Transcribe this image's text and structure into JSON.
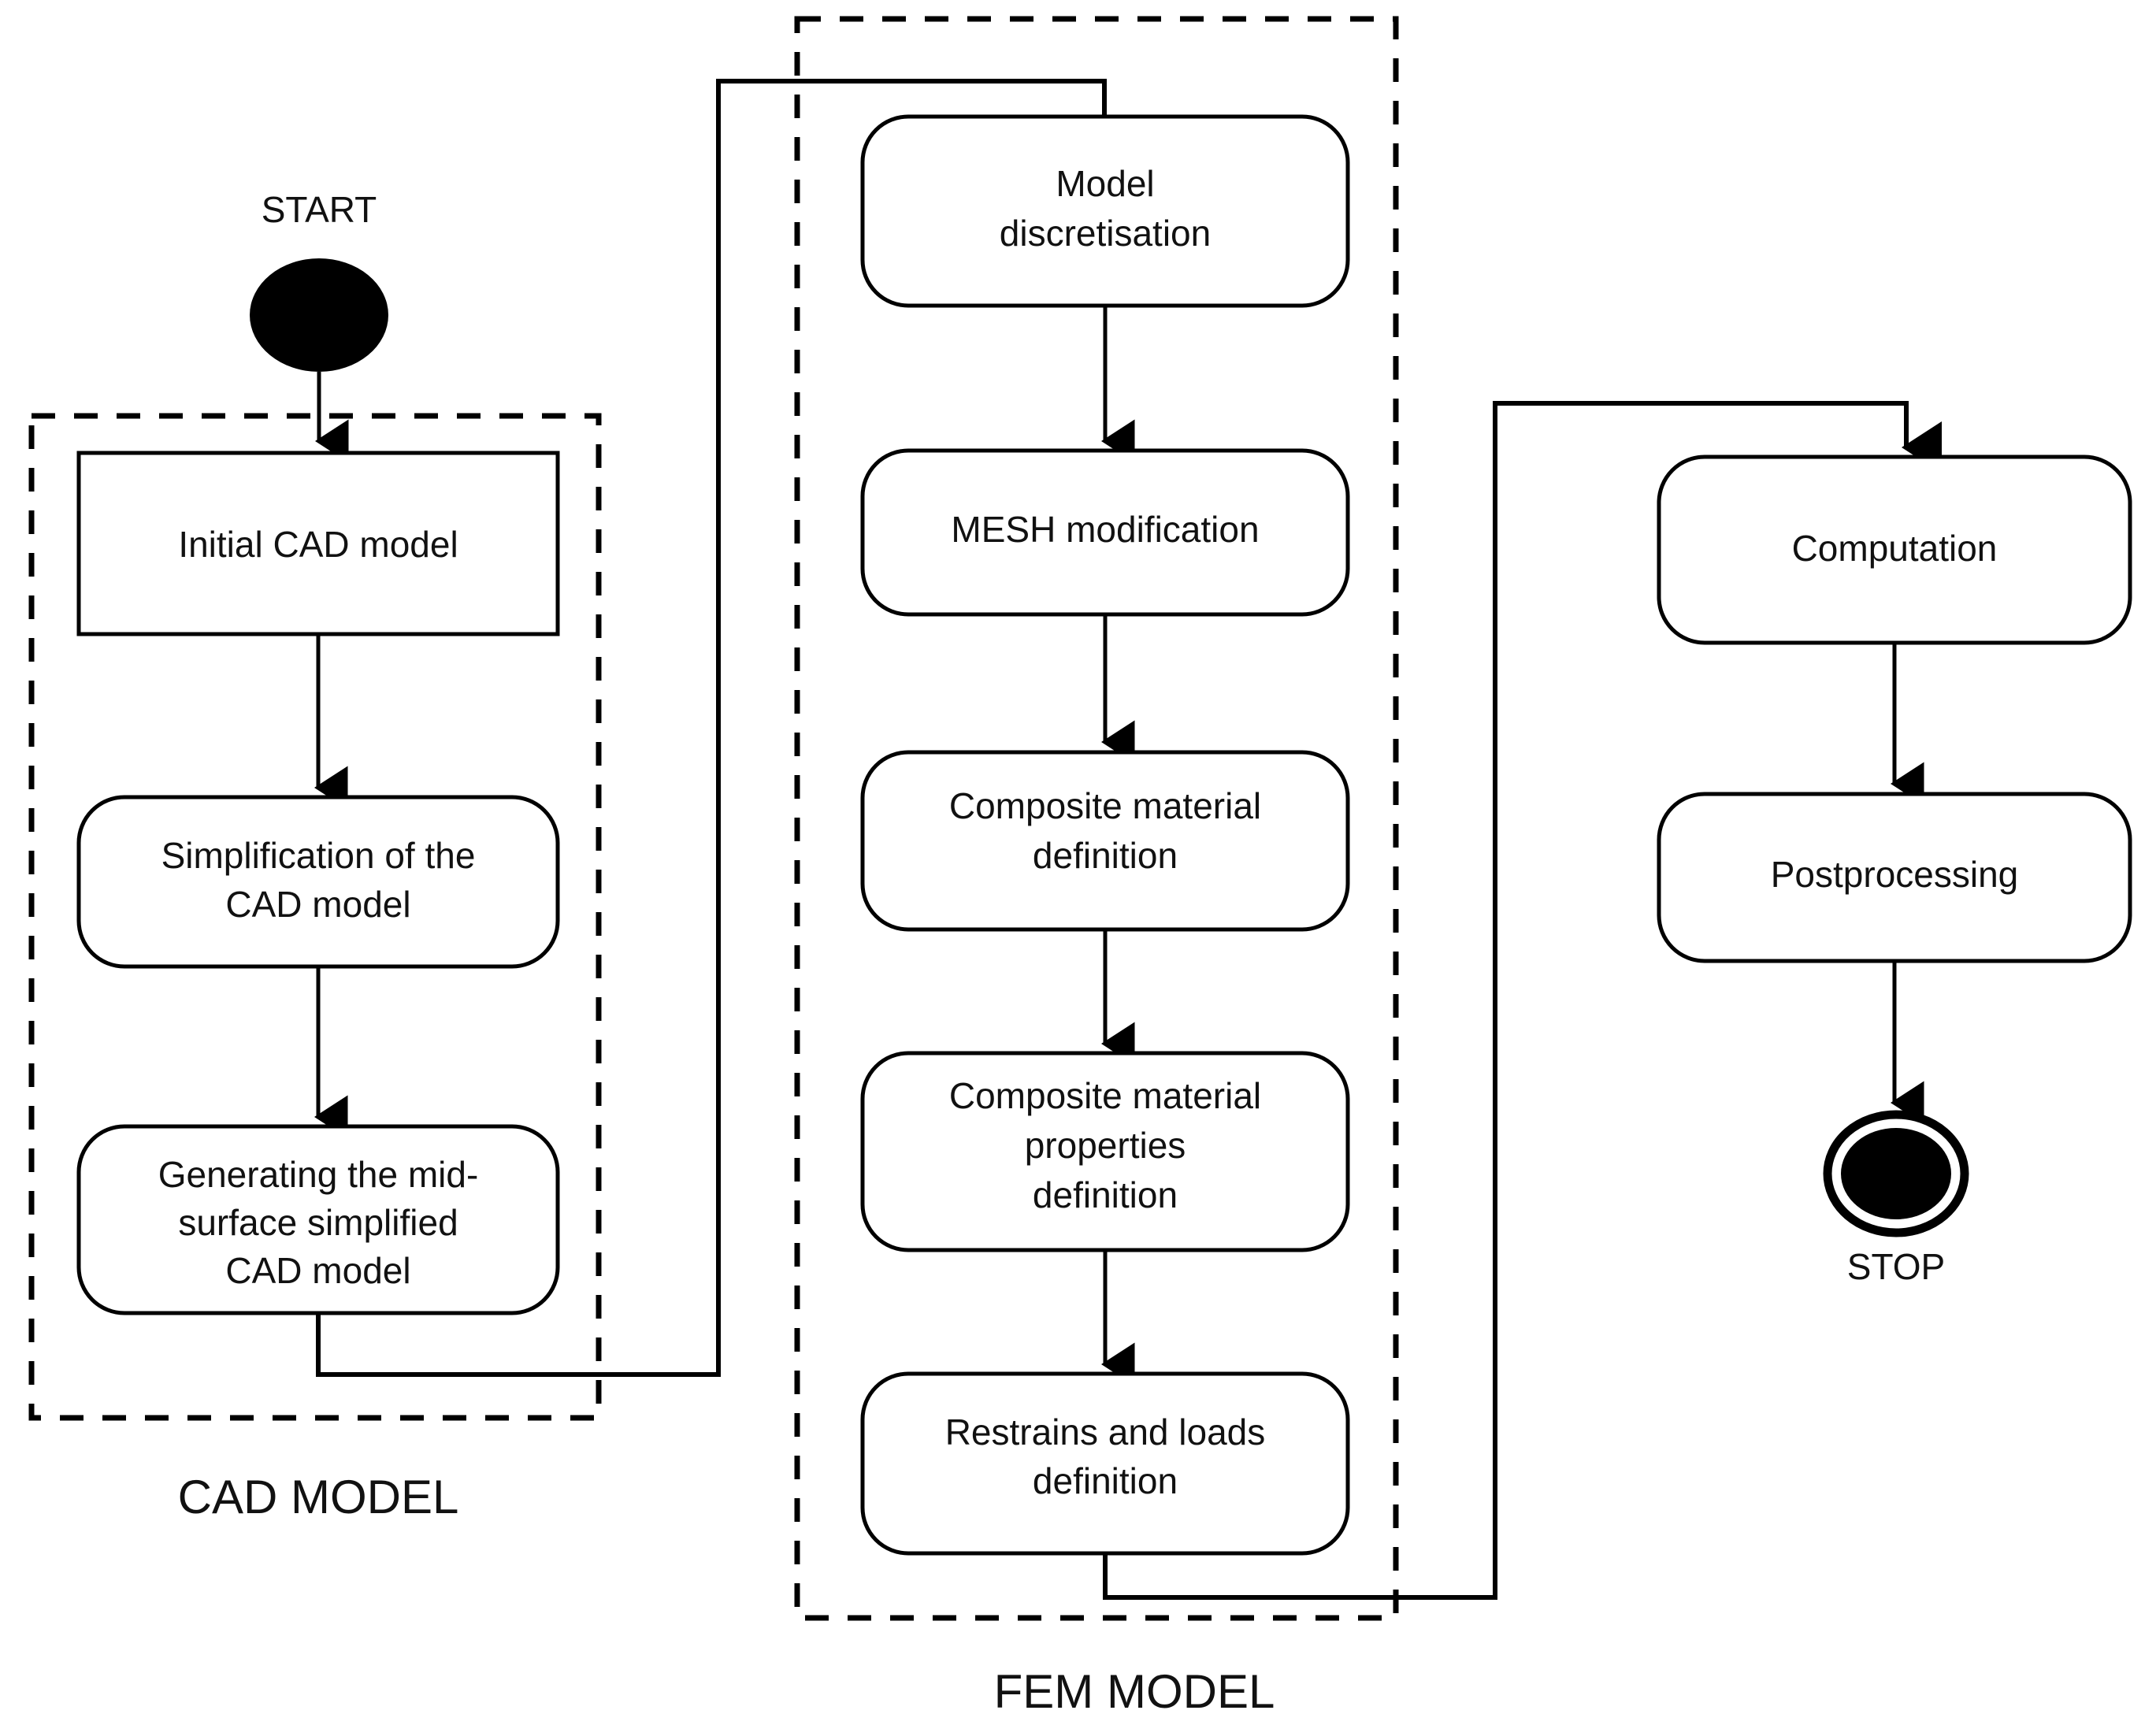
{
  "diagram": {
    "title_present": false,
    "type": "uml-activity-flowchart",
    "colors": {
      "stroke": "#000000",
      "fill": "#ffffff",
      "text": "#111111"
    }
  },
  "terminators": {
    "start": {
      "label": "START",
      "shape": "filled-ellipse"
    },
    "stop": {
      "label": "STOP",
      "shape": "filled-ellipse-with-ring"
    }
  },
  "groups": [
    {
      "id": "cad-model",
      "label": "CAD MODEL",
      "border": "dashed"
    },
    {
      "id": "fem-model",
      "label": "FEM MODEL",
      "border": "dashed"
    }
  ],
  "nodes": {
    "cad": [
      {
        "id": "initial-cad-model",
        "lines": [
          "Initial CAD model"
        ],
        "corners": "square"
      },
      {
        "id": "simplification-cad-model",
        "lines": [
          "Simplification of the",
          "CAD model"
        ],
        "corners": "rounded"
      },
      {
        "id": "generating-midsurface",
        "lines": [
          "Generating the mid-",
          "surface simplified",
          "CAD model"
        ],
        "corners": "rounded"
      }
    ],
    "fem": [
      {
        "id": "model-discretisation",
        "lines": [
          "Model",
          "discretisation"
        ],
        "corners": "rounded"
      },
      {
        "id": "mesh-modification",
        "lines": [
          "MESH modification"
        ],
        "corners": "rounded"
      },
      {
        "id": "composite-material-definition",
        "lines": [
          "Composite material",
          "definition"
        ],
        "corners": "rounded"
      },
      {
        "id": "composite-material-properties-definition",
        "lines": [
          "Composite material",
          "properties",
          "definition"
        ],
        "corners": "rounded"
      },
      {
        "id": "restrains-and-loads-definition",
        "lines": [
          "Restrains and loads",
          "definition"
        ],
        "corners": "rounded"
      }
    ],
    "solve": [
      {
        "id": "computation",
        "lines": [
          "Computation"
        ],
        "corners": "rounded"
      },
      {
        "id": "postprocessing",
        "lines": [
          "Postprocessing"
        ],
        "corners": "rounded"
      }
    ]
  },
  "flow_order": [
    "START",
    "Initial CAD model",
    "Simplification of the CAD model",
    "Generating the mid-surface simplified CAD model",
    "Model discretisation",
    "MESH modification",
    "Composite material definition",
    "Composite material properties definition",
    "Restrains and loads definition",
    "Computation",
    "Postprocessing",
    "STOP"
  ]
}
